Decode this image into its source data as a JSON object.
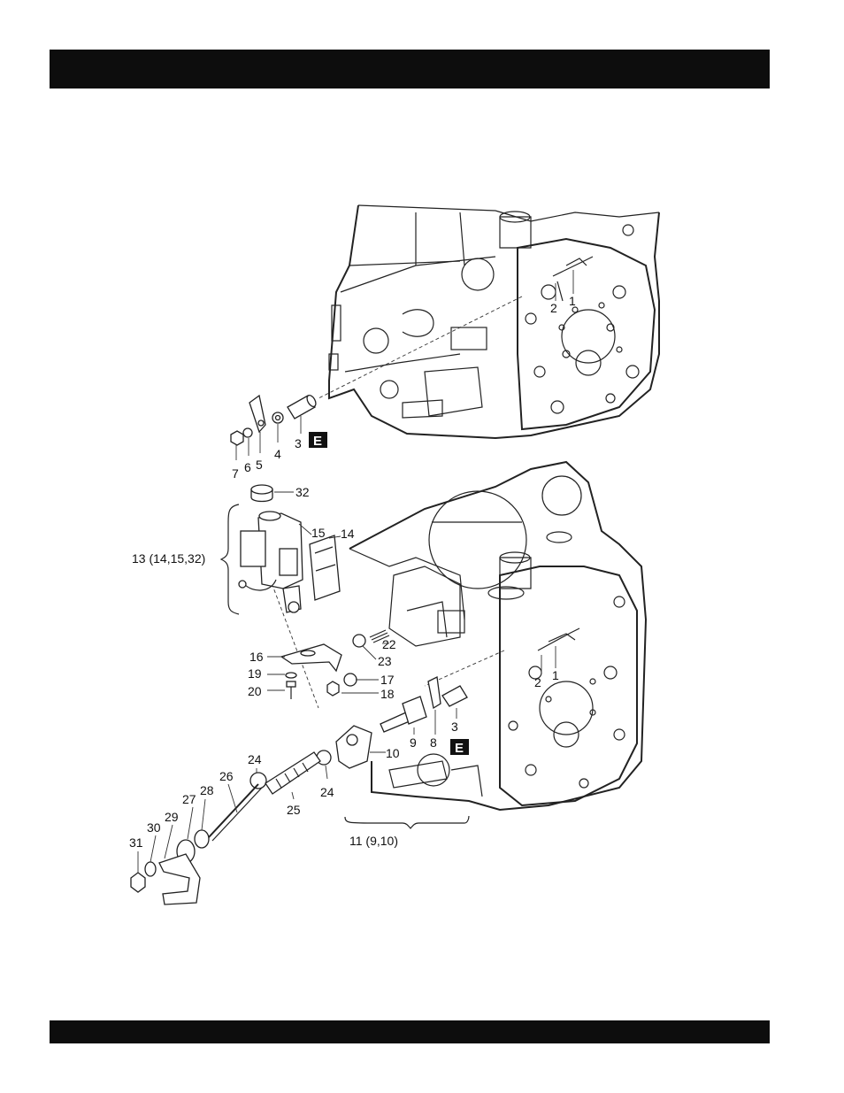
{
  "header": {
    "bar_color": "#0d0d0d"
  },
  "footer": {
    "bar_color": "#0d0d0d"
  },
  "callouts": {
    "upper": {
      "c1": "1",
      "c2": "2",
      "c3": "3",
      "c4": "4",
      "c5": "5",
      "c6": "6",
      "c7": "7",
      "marker_e": "E"
    },
    "lower": {
      "c32": "32",
      "c15": "15",
      "c14": "14",
      "c13": "13 (14,15,32)",
      "c22": "22",
      "c23": "23",
      "c16": "16",
      "c19": "19",
      "c17": "17",
      "c20": "20",
      "c18": "18",
      "c2": "2",
      "c1": "1",
      "c3": "3",
      "c9": "9",
      "c8": "8",
      "marker_e": "E",
      "c10": "10",
      "c24a": "24",
      "c24b": "24",
      "c26": "26",
      "c25": "25",
      "c27": "27",
      "c28": "28",
      "c29": "29",
      "c30": "30",
      "c31": "31",
      "c11": "11 (9,10)"
    }
  }
}
